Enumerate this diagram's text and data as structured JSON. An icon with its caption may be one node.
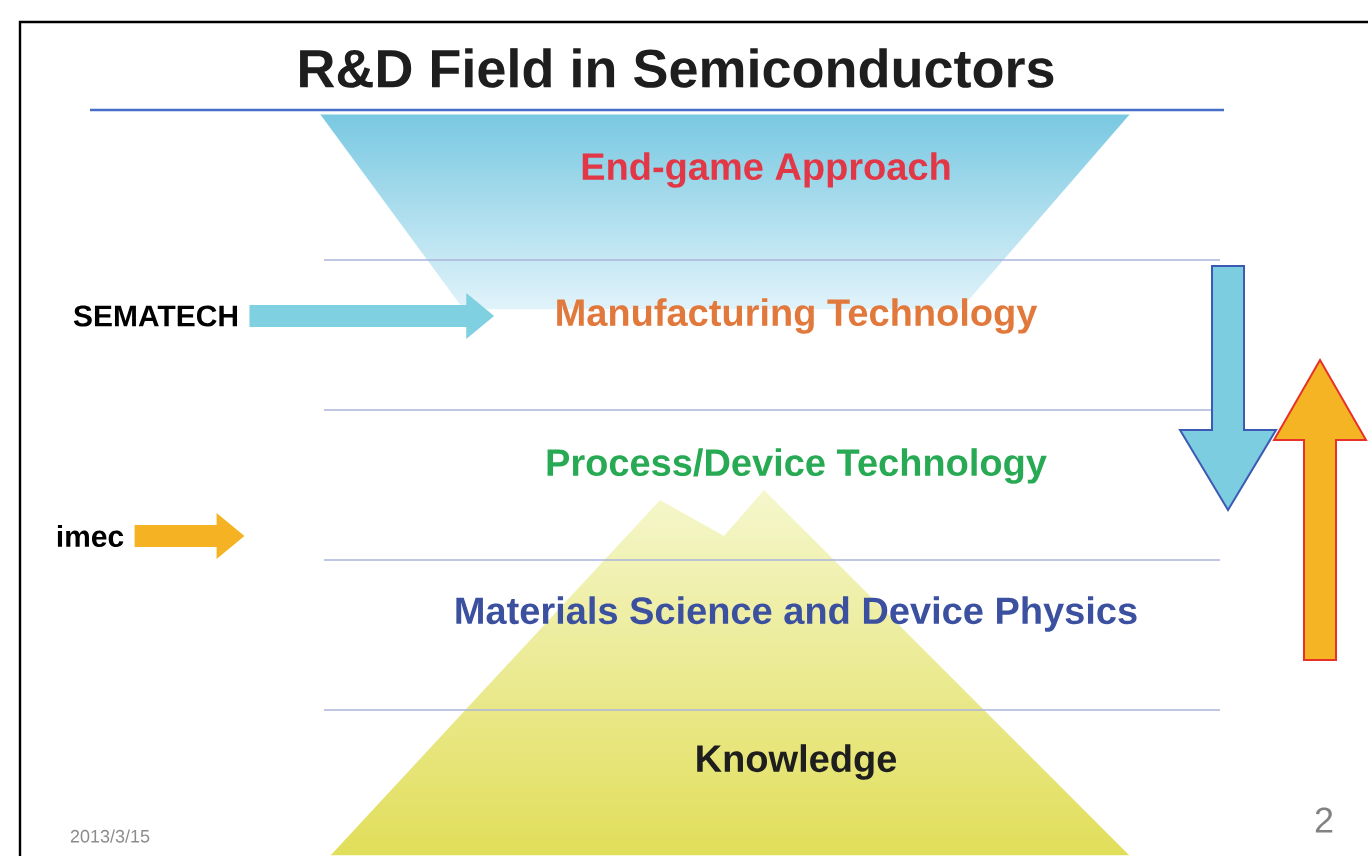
{
  "diagram": {
    "title": "R&D Field in Semiconductors",
    "nodes": [
      {
        "text": [
          "SEMATECH"
        ]
      },
      {
        "text": [
          "imec"
        ]
      },
      {
        "text": [
          "End-game Approach"
        ]
      },
      {
        "text": [
          "Manufacturing Technology"
        ]
      },
      {
        "text": [
          "Process/Device Technology"
        ]
      },
      {
        "text": [
          "Materials Science and Device Physics"
        ]
      },
      {
        "text": [
          "Knowledge"
        ]
      }
    ],
    "edges": [
      {
        "from": 0,
        "to": 3,
        "arrow": "to",
        "color": "#7fd0e0"
      },
      {
        "from": 1,
        "to": null,
        "arrow": "to",
        "color": "#f5b324"
      }
    ],
    "labels": [
      "2013/3/15",
      "2"
    ]
  }
}
